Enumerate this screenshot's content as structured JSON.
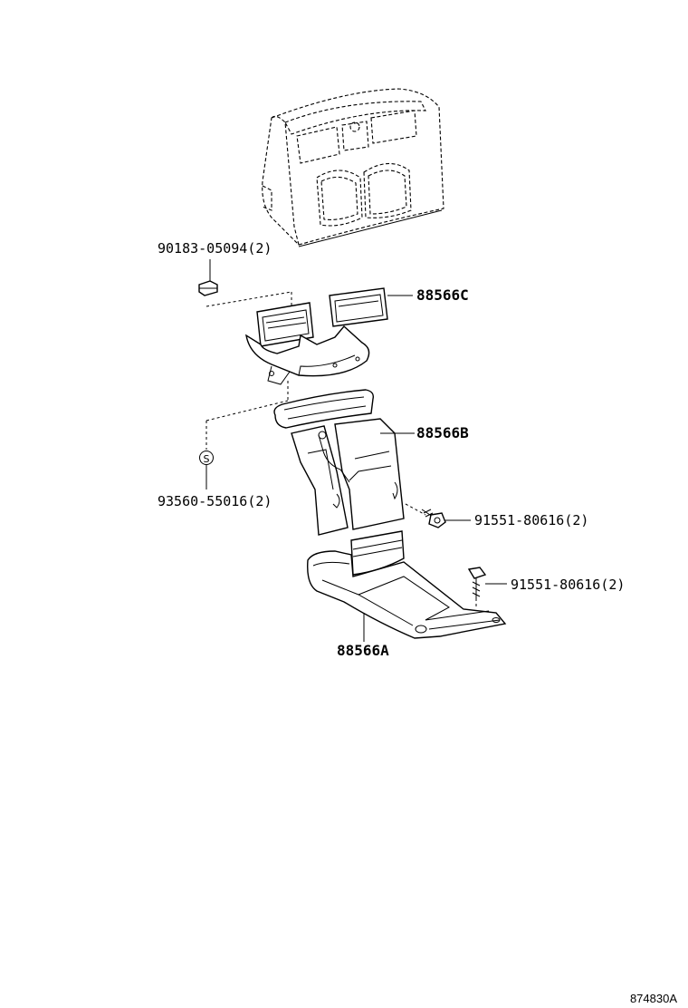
{
  "figure_id": "874830A",
  "parts": [
    {
      "id": "part-90183-05094",
      "number": "90183-05094",
      "qty": "(2)"
    },
    {
      "id": "part-88566C",
      "number": "88566C",
      "qty": ""
    },
    {
      "id": "part-88566B",
      "number": "88566B",
      "qty": ""
    },
    {
      "id": "part-93560-55016",
      "number": "93560-55016",
      "qty": "(2)"
    },
    {
      "id": "part-91551-80616-a",
      "number": "91551-80616",
      "qty": "(2)"
    },
    {
      "id": "part-91551-80616-b",
      "number": "91551-80616",
      "qty": "(2)"
    },
    {
      "id": "part-88566A",
      "number": "88566A",
      "qty": ""
    }
  ],
  "symbols": {
    "clip_marker": "S"
  }
}
